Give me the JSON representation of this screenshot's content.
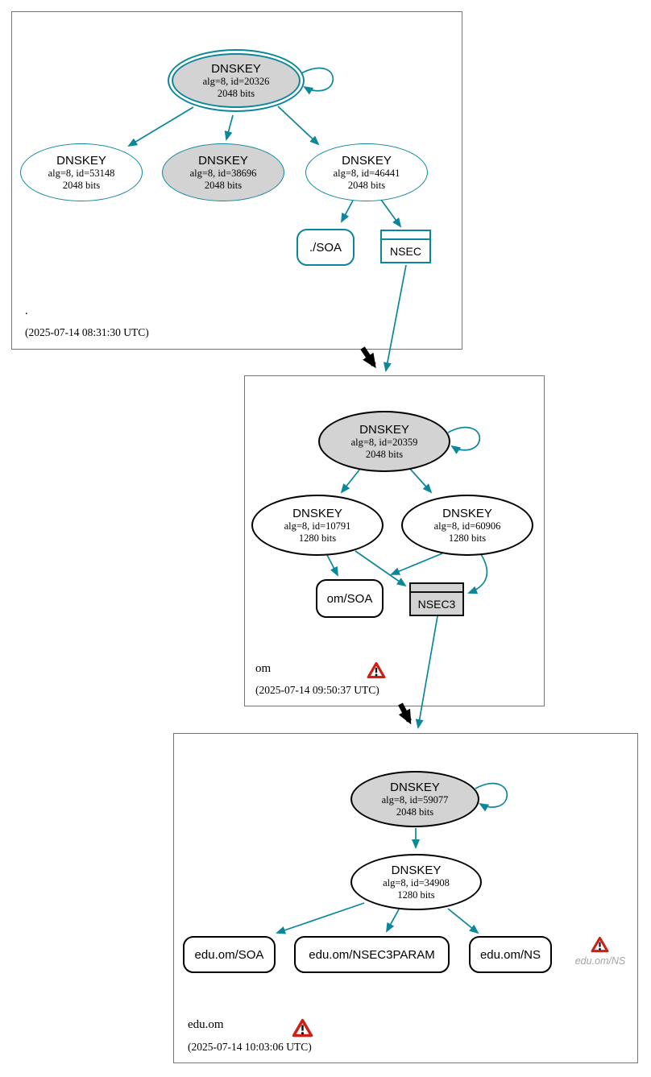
{
  "colors": {
    "teal": "#0a879a",
    "node_fill_gray": "#d3d3d3",
    "warning_red": "#cf2017",
    "muted_text": "#a3a3a3"
  },
  "zones": {
    "root": {
      "name": ".",
      "timestamp": "(2025-07-14 08:31:30 UTC)",
      "nodes": {
        "ksk": {
          "title": "DNSKEY",
          "detail": "alg=8, id=20326",
          "bits": "2048 bits"
        },
        "key53148": {
          "title": "DNSKEY",
          "detail": "alg=8, id=53148",
          "bits": "2048 bits"
        },
        "key38696": {
          "title": "DNSKEY",
          "detail": "alg=8, id=38696",
          "bits": "2048 bits"
        },
        "key46441": {
          "title": "DNSKEY",
          "detail": "alg=8, id=46441",
          "bits": "2048 bits"
        },
        "soa": {
          "label": "./SOA"
        },
        "nsec": {
          "label": "NSEC"
        }
      }
    },
    "om": {
      "name": "om",
      "timestamp": "(2025-07-14 09:50:37 UTC)",
      "nodes": {
        "ksk": {
          "title": "DNSKEY",
          "detail": "alg=8, id=20359",
          "bits": "2048 bits"
        },
        "zsk10791": {
          "title": "DNSKEY",
          "detail": "alg=8, id=10791",
          "bits": "1280 bits"
        },
        "zsk60906": {
          "title": "DNSKEY",
          "detail": "alg=8, id=60906",
          "bits": "1280 bits"
        },
        "soa": {
          "label": "om/SOA"
        },
        "nsec3": {
          "label": "NSEC3"
        }
      }
    },
    "eduom": {
      "name": "edu.om",
      "timestamp": "(2025-07-14 10:03:06 UTC)",
      "nodes": {
        "ksk": {
          "title": "DNSKEY",
          "detail": "alg=8, id=59077",
          "bits": "2048 bits"
        },
        "zsk": {
          "title": "DNSKEY",
          "detail": "alg=8, id=34908",
          "bits": "1280 bits"
        },
        "soa": {
          "label": "edu.om/SOA"
        },
        "nsec3param": {
          "label": "edu.om/NSEC3PARAM"
        },
        "ns": {
          "label": "edu.om/NS"
        }
      },
      "warning_label": "edu.om/NS"
    }
  }
}
